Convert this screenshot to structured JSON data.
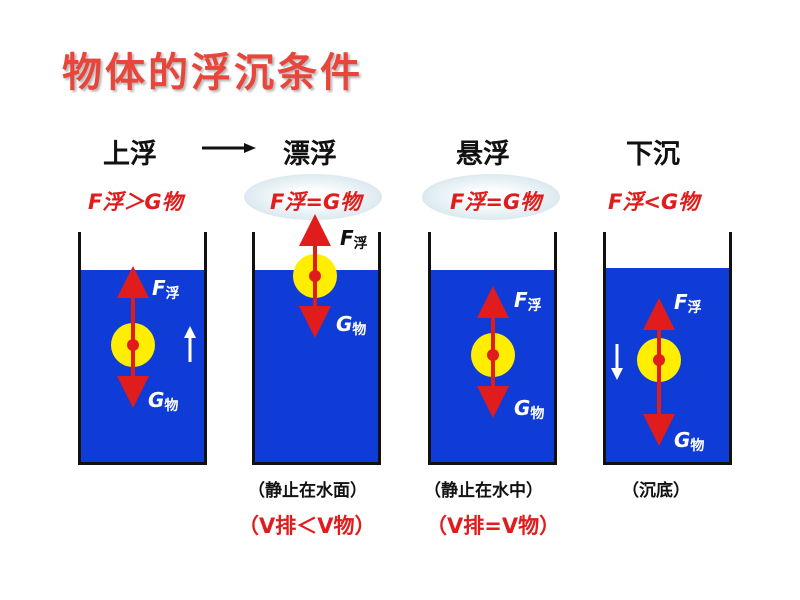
{
  "title": "物体的浮沉条件",
  "states": [
    {
      "label": "上浮",
      "condition": "F浮＞G物",
      "force_up": "F",
      "force_up_sub": "浮",
      "force_down": "G",
      "force_down_sub": "物",
      "arrow_hint": "up-arrow-icon"
    },
    {
      "label": "漂浮",
      "condition": "F浮=G物",
      "force_up": "F",
      "force_up_sub": "浮",
      "force_down": "G",
      "force_down_sub": "物",
      "note": "（静止在水面）",
      "volume_condition": "（V排＜V物）"
    },
    {
      "label": "悬浮",
      "condition": "F浮=G物",
      "force_up": "F",
      "force_up_sub": "浮",
      "force_down": "G",
      "force_down_sub": "物",
      "note": "（静止在水中）",
      "volume_condition": "（V排=V物）"
    },
    {
      "label": "下沉",
      "condition": "F浮<G物",
      "force_up": "F",
      "force_up_sub": "浮",
      "force_down": "G",
      "force_down_sub": "物",
      "note": "（沉底）",
      "arrow_hint": "down-arrow-icon"
    }
  ],
  "colors": {
    "title": "#e8463a",
    "water": "#0f3bd6",
    "ball": "#ffee00",
    "force": "#e11c1c"
  }
}
